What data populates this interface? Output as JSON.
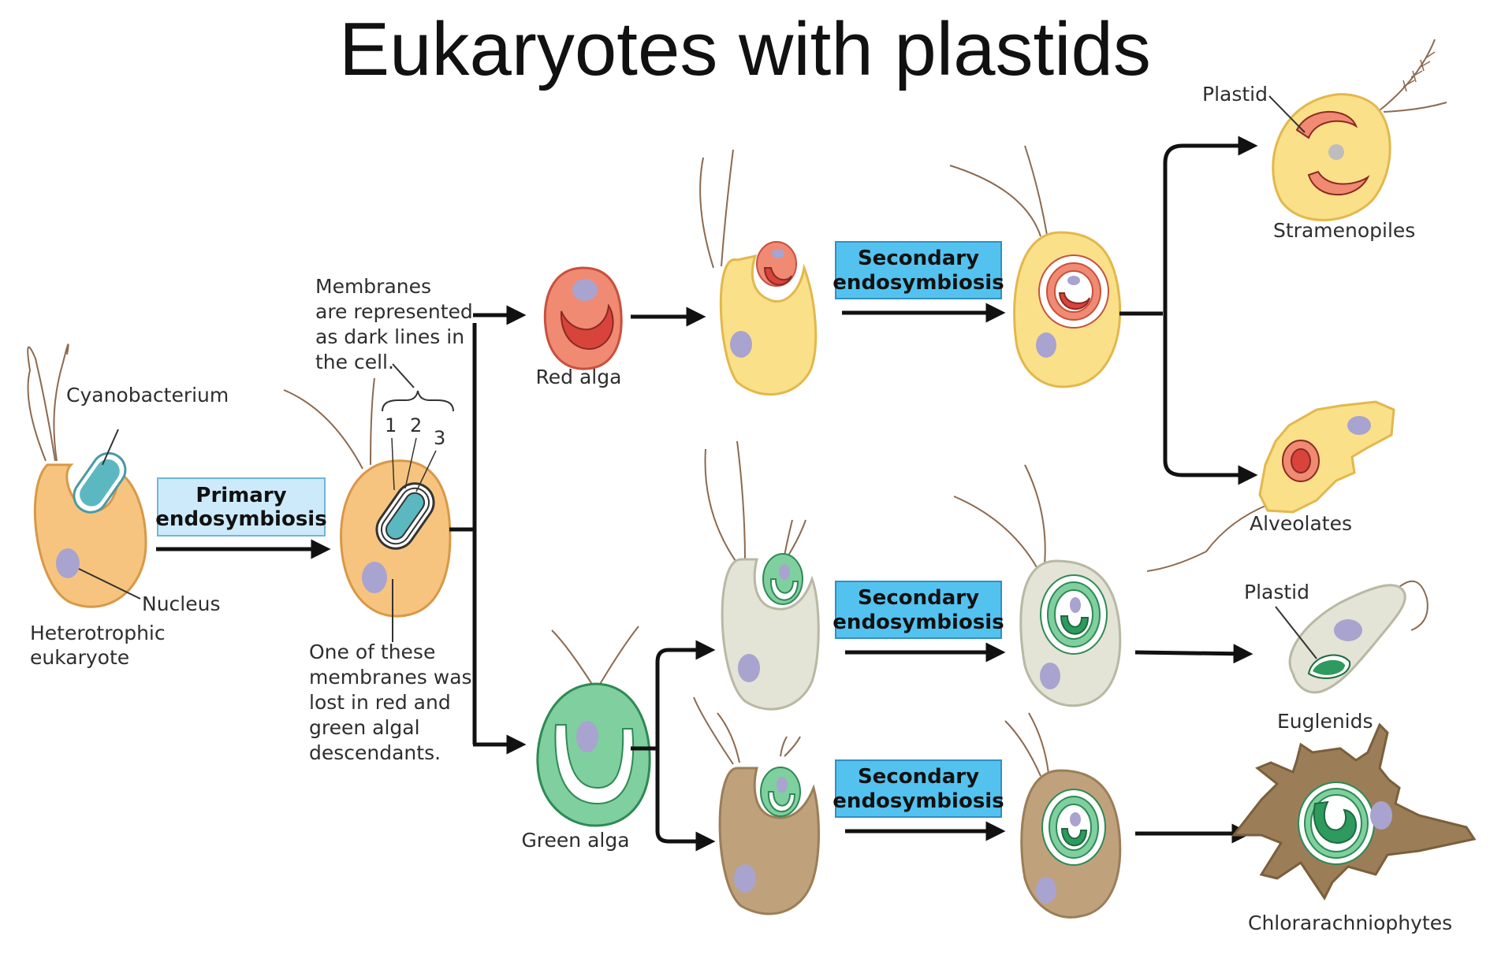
{
  "title": "Eukaryotes with plastids",
  "labels": {
    "cyanobacterium": "Cyanobacterium",
    "nucleus": "Nucleus",
    "heterotrophic_eukaryote": [
      "Heterotrophic",
      "eukaryote"
    ],
    "membranes_note": [
      "Membranes",
      "are represented",
      "as dark lines in",
      "the cell."
    ],
    "membrane_numbers": [
      "1",
      "2",
      "3"
    ],
    "lost_membrane_note": [
      "One of these",
      "membranes was",
      "lost in red and",
      "green algal",
      "descendants."
    ],
    "red_alga": "Red alga",
    "green_alga": "Green alga",
    "plastid_top": "Plastid",
    "stramenopiles": "Stramenopiles",
    "alveolates": "Alveolates",
    "plastid_euglenid": "Plastid",
    "euglenids": "Euglenids",
    "chlorarachniophytes": "Chlorarachniophytes"
  },
  "process_boxes": {
    "primary": [
      "Primary",
      "endosymbiosis"
    ],
    "secondary_red": [
      "Secondary",
      "endosymbiosis"
    ],
    "secondary_green_top": [
      "Secondary",
      "endosymbiosis"
    ],
    "secondary_green_bottom": [
      "Secondary",
      "endosymbiosis"
    ]
  },
  "colors": {
    "heterotroph_cell": "#f6c47e",
    "red_alga_cell": "#f08a72",
    "red_plastid": "#d8443c",
    "host_yellow": "#fbe08a",
    "host_grey": "#e3e3d6",
    "host_brown": "#bfa27c",
    "green_alga_cell": "#7fcf9f",
    "green_plastid": "#2e9a5e",
    "cyanobacterium": "#5bb8c0",
    "nucleus": "#a9a3cf",
    "primary_box": "#cdeafa",
    "secondary_box": "#54c2ef",
    "arrow": "#111111"
  }
}
